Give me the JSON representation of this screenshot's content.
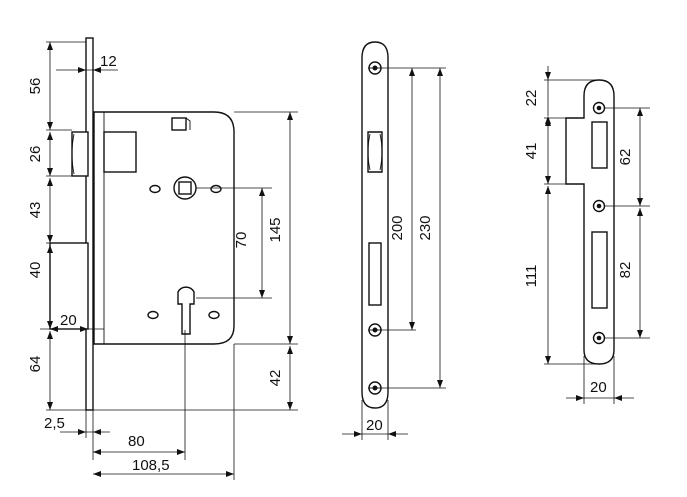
{
  "colors": {
    "line": "#111111",
    "background": "#ffffff"
  },
  "lock_body": {
    "dims": {
      "faceplate_top": "56",
      "faceplate_thickness": "12",
      "latch_height": "26",
      "gap_latch_bolt": "43",
      "bolt_height": "40",
      "bottom_to_plate_end": "64",
      "bolt_throw": "20",
      "plate_offset": "2,5",
      "backset": "80",
      "body_depth": "108,5",
      "handle_to_cylinder": "70",
      "body_height": "145",
      "cylinder_to_bottom": "42"
    }
  },
  "faceplate": {
    "dims": {
      "inner_distance": "200",
      "total_length": "230",
      "width": "20"
    }
  },
  "strike_plate": {
    "dims": {
      "top_offset": "22",
      "latch_opening_height": "41",
      "latch_to_center": "62",
      "lower_height": "111",
      "center_to_bottom": "82",
      "width": "20"
    }
  }
}
